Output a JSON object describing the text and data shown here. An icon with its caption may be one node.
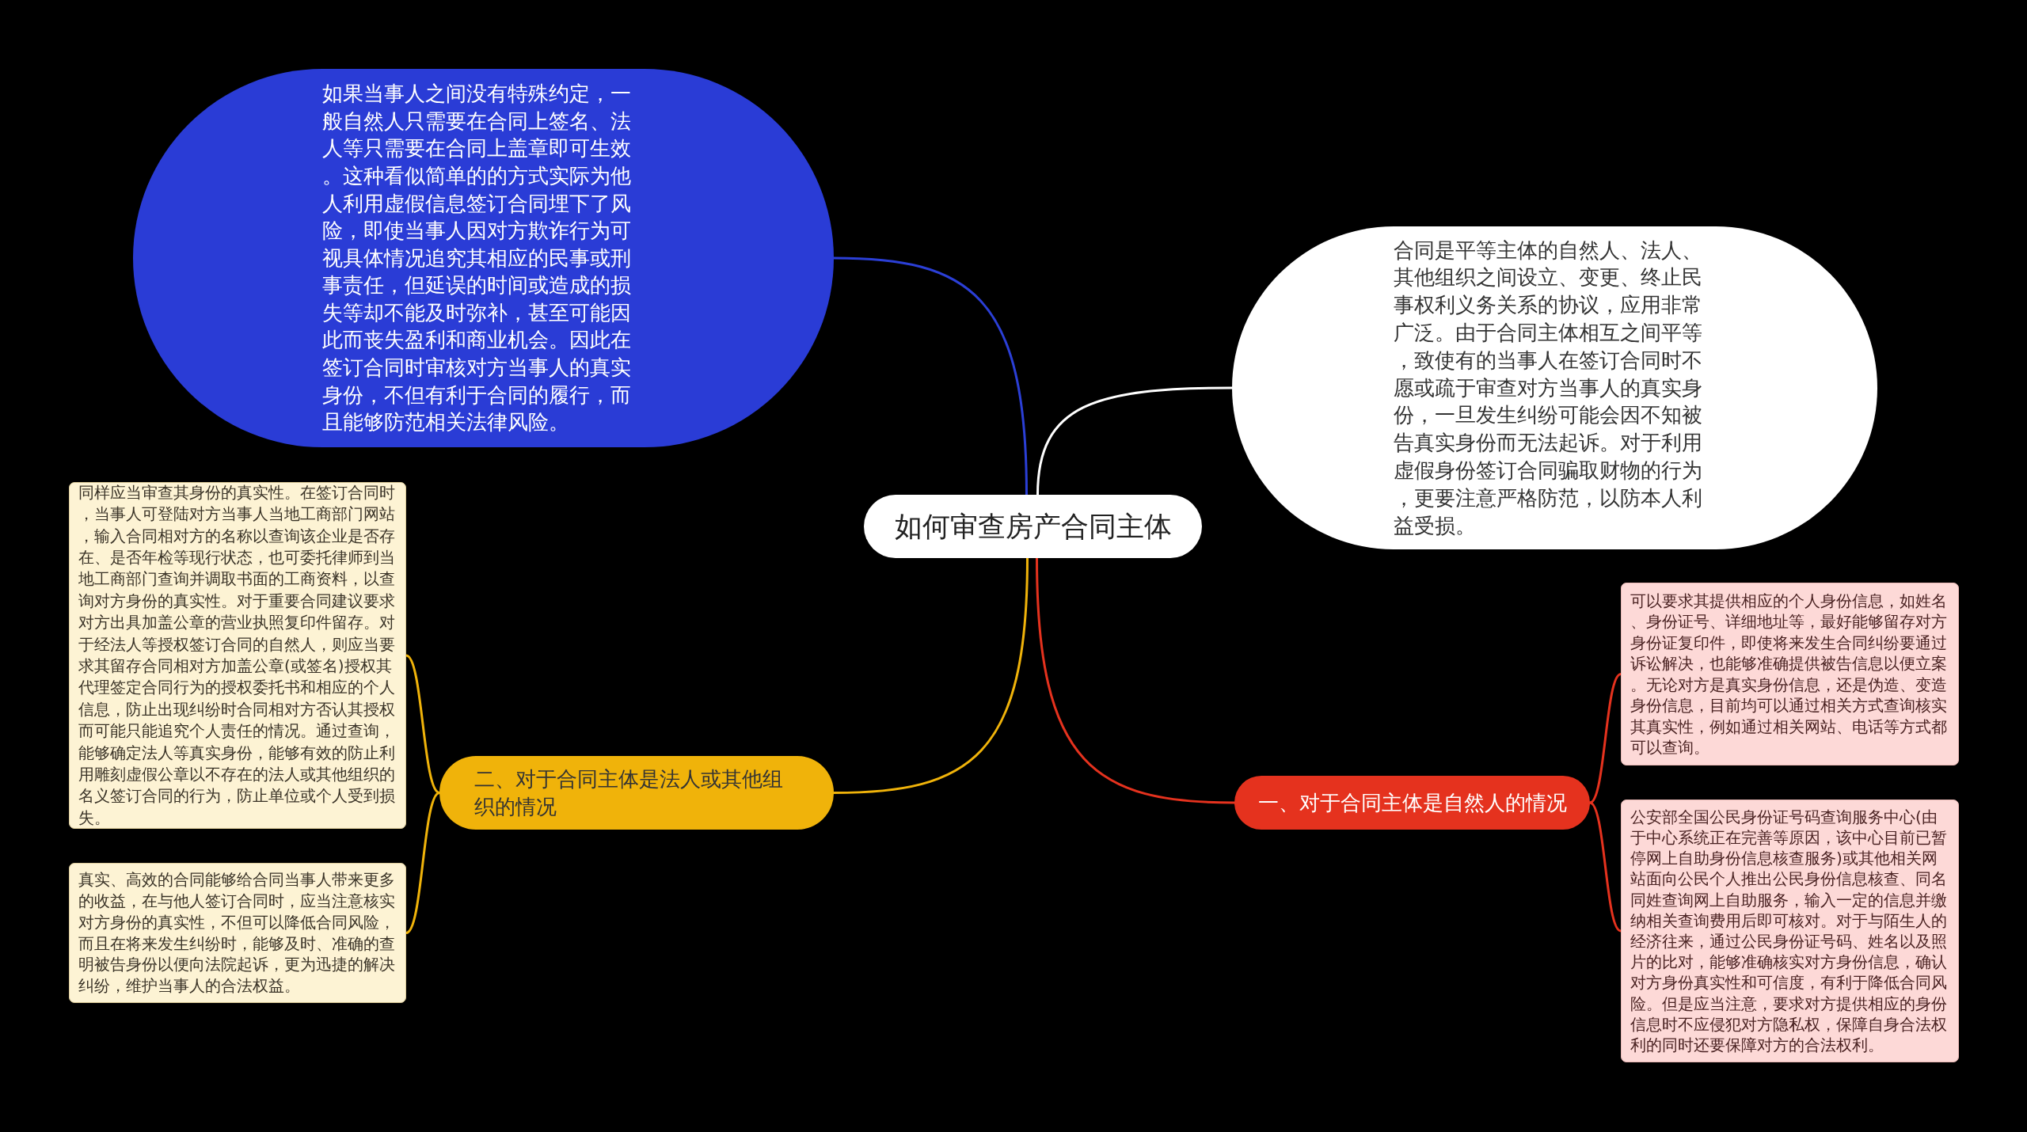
{
  "diagram": {
    "nodes": [
      {
        "text": [
          "如何审查房产合同主体"
        ]
      },
      {
        "text": [
          "如果当事人之间没有特殊约定，一般自然人只需要在合同上签名、法人等只需要在合同上盖章即可生效。这种看似简单的的方式实际为他人利用虚假信息签订合同埋下了风险，即使当事人因对方欺诈行为可视具体情况追究其相应的民事或刑事责任，但延误的时间或造成的损失等却不能及时弥补，甚至可能因此而丧失盈利和商业机会。因此在签订合同时审核对方当事人的真实身份，不但有利于合同的履行，而且能够防范相关法律风险。"
        ]
      },
      {
        "text": [
          "合同是平等主体的自然人、法人、其他组织之间设立、变更、终止民事权利义务关系的协议，应用非常广泛。由于合同主体相互之间平等，致使有的当事人在签订合同时不愿或疏于审查对方当事人的真实身份，一旦发生纠纷可能会因不知被告真实身份而无法起诉。对于利用虚假身份签订合同骗取财物的行为，更要注意严格防范，以防本人利益受损。"
        ]
      },
      {
        "text": [
          "一、对于合同主体是自然人的情况"
        ]
      },
      {
        "text": [
          "可以要求其提供相应的个人身份信息，如姓名、身份证号、详细地址等，最好能够留存对方身份证复印件，即使将来发生合同纠纷要通过诉讼解决，也能够准确提供被告信息以便立案。无论对方是真实身份信息，还是伪造、变造身份信息，目前均可以通过相关方式查询核实其真实性，例如通过相关网站、电话等方式都可以查询。"
        ]
      },
      {
        "text": [
          "公安部全国公民身份证号码查询服务中心(由于中心系统正在完善等原因，该中心目前已暂停网上自助身份信息核查服务)或其他相关网站面向公民个人推出公民身份信息核查、同名同姓查询网上自助服务，输入一定的信息并缴纳相关查询费用后即可核对。对于与陌生人的经济往来，通过公民身份证号码、姓名以及照片的比对，能够准确核实对方身份信息，确认对方身份真实性和可信度，有利于降低合同风险。但是应当注意，要求对方提供相应的身份信息时不应侵犯对方隐私权，保障自身合法权利的同时还要保障对方的合法权利。"
        ]
      },
      {
        "text": [
          "二、对于合同主体是法人或其他组织的情况"
        ]
      },
      {
        "text": [
          "同样应当审查其身份的真实性。在签订合同时，当事人可登陆对方当事人当地工商部门网站，输入合同相对方的名称以查询该企业是否存在、是否年检等现行状态，也可委托律师到当地工商部门查询并调取书面的工商资料，以查询对方身份的真实性。对于重要合同建议要求对方出具加盖公章的营业执照复印件留存。对于经法人等授权签订合同的自然人，则应当要求其留存合同相对方加盖公章(或签名)授权其代理签定合同行为的授权委托书和相应的个人信息，防止出现纠纷时合同相对方否认其授权而可能只能追究个人责任的情况。通过查询，能够确定法人等真实身份，能够有效的防止利用雕刻虚假公章以不存在的法人或其他组织的名义签订合同的行为，防止单位或个人受到损失。"
        ]
      },
      {
        "text": [
          "真实、高效的合同能够给合同当事人带来更多的收益，在与他人签订合同时，应当注意核实对方身份的真实性，不但可以降低合同风险，而且在将来发生纠纷时，能够及时、准确的查明被告身份以便向法院起诉，更为迅捷的解决纠纷，维护当事人的合法权益。"
        ]
      }
    ],
    "edges": [
      {
        "from": 0,
        "to": 1,
        "arrow": "none",
        "color": "#2b3fd6"
      },
      {
        "from": 0,
        "to": 2,
        "arrow": "none",
        "color": "#ffffff"
      },
      {
        "from": 0,
        "to": 3,
        "arrow": "none",
        "color": "#e5321e"
      },
      {
        "from": 3,
        "to": 4,
        "arrow": "none",
        "color": "#e5321e"
      },
      {
        "from": 3,
        "to": 5,
        "arrow": "none",
        "color": "#e5321e"
      },
      {
        "from": 0,
        "to": 6,
        "arrow": "none",
        "color": "#f0b30a"
      },
      {
        "from": 6,
        "to": 7,
        "arrow": "none",
        "color": "#f0b30a"
      },
      {
        "from": 6,
        "to": 8,
        "arrow": "none",
        "color": "#f0b30a"
      }
    ]
  }
}
